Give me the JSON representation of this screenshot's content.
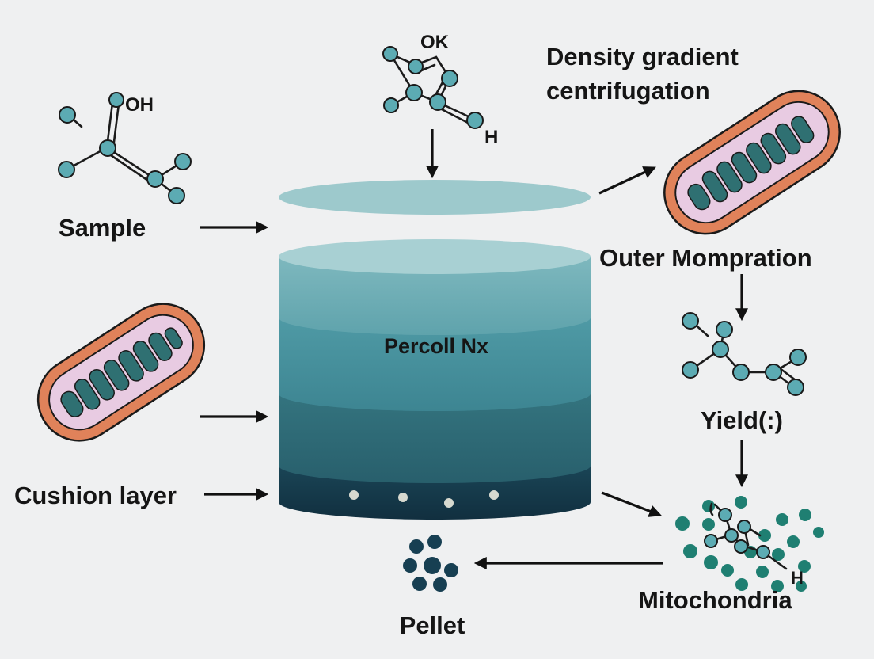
{
  "title": {
    "line1": "Density gradient",
    "line2": "centrifugation"
  },
  "labels": {
    "sample": "Sample",
    "cushion": "Cushion layer",
    "percoll": "Percoll Nx",
    "outer": "Outer Mompration",
    "yield": "Yield(:)",
    "mitochondria": "Mitochondria",
    "pellet": "Pellet"
  },
  "atom_labels": {
    "ok": "OK",
    "h_top": "H",
    "oh_left": "OH",
    "h_right": "H"
  },
  "colors": {
    "background": "#eff0f1",
    "atom_fill": "#5cabb3",
    "layer_top": "#8fc4c8",
    "layer_mid": "#4e96a1",
    "layer_low": "#2f6f7c",
    "cushion": "#163b4d",
    "mito_outer": "#e0825a",
    "mito_inner": "#e7c9e0",
    "cristae": "#2f6f72",
    "pellet": "#17445a"
  }
}
